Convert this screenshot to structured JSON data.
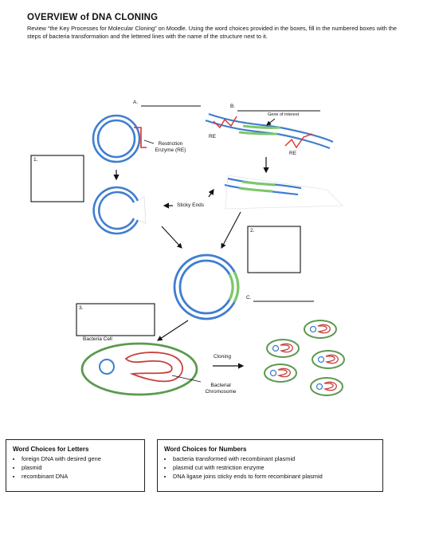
{
  "title": "OVERVIEW of DNA CLONING",
  "instructions": "Review “the Key Processes for Molecular Cloning” on Moodle. Using the word choices provided in the boxes, fill in the numbered boxes with the steps of bacteria transformation and the lettered lines with the name of the structure next to it.",
  "diagram": {
    "letters": {
      "a": "A.",
      "b": "B.",
      "c": "C."
    },
    "numbers": {
      "n1": "1.",
      "n2": "2.",
      "n3": "3."
    },
    "labels": {
      "gene_of_interest": "Gene of interest",
      "re_top": "RE",
      "re_right": "RE",
      "restriction_enzyme_line1": "Restriction",
      "restriction_enzyme_line2": "Enzyme (RE)",
      "sticky_ends": "Sticky Ends",
      "bacteria_cell": "Bacteria Cell",
      "cloning": "Cloning",
      "bacterial_chromosome_line1": "Bacterial",
      "bacterial_chromosome_line2": "Chromosome"
    }
  },
  "word_choices_letters": {
    "heading": "Word Choices for Letters",
    "items": [
      "foreign DNA with desired gene",
      "plasmid",
      "recombinant DNA"
    ]
  },
  "word_choices_numbers": {
    "heading": "Word Choices for Numbers",
    "items": [
      "bacteria transformed with recombinant plasmid",
      "plasmid cut with restriction enzyme",
      "DNA ligase joins sticky ends to form recombinant plasmid"
    ]
  },
  "colors": {
    "dna_blue": "#3f7ed0",
    "gene_green": "#7cc86a",
    "enzyme_red": "#d9342b",
    "chromosome_red": "#c8413c",
    "cell_green": "#5b9a4e"
  }
}
